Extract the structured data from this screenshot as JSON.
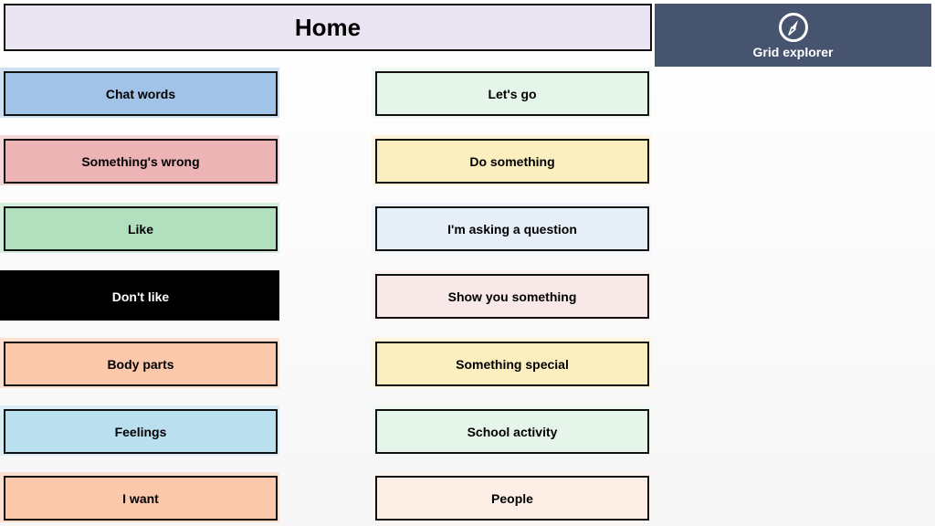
{
  "header": {
    "title": "Home"
  },
  "explorer": {
    "label": "Grid explorer",
    "icon": "compass-icon",
    "background": "#475470"
  },
  "left_column": [
    {
      "label": "Chat words",
      "color": "#a2c3e8",
      "halo": "#cfe0f3",
      "text_color": "#000000"
    },
    {
      "label": "Something's wrong",
      "color": "#ecb4b4",
      "halo": "#f4d6d6",
      "text_color": "#000000"
    },
    {
      "label": "Like",
      "color": "#b2e0bf",
      "halo": "#d5eedb",
      "text_color": "#000000"
    },
    {
      "label": "Don't like",
      "color": "#000000",
      "halo": "#000000",
      "text_color": "#ffffff"
    },
    {
      "label": "Body parts",
      "color": "#fbc8ac",
      "halo": "#fde0d0",
      "text_color": "#000000"
    },
    {
      "label": "Feelings",
      "color": "#badfee",
      "halo": "#d8edf6",
      "text_color": "#000000"
    },
    {
      "label": "I want",
      "color": "#fbc8ac",
      "halo": "#fde0d0",
      "text_color": "#000000"
    }
  ],
  "right_column": [
    {
      "label": "Let's go",
      "color": "#e6f5e9",
      "halo": "#f0f9f2",
      "text_color": "#000000"
    },
    {
      "label": "Do something",
      "color": "#fcefbf",
      "halo": "#fdf6dd",
      "text_color": "#000000"
    },
    {
      "label": "I'm asking a question",
      "color": "#e6eff8",
      "halo": "#eff5fb",
      "text_color": "#000000"
    },
    {
      "label": "Show you something",
      "color": "#f8e8e8",
      "halo": "#fbf1f1",
      "text_color": "#000000"
    },
    {
      "label": "Something special",
      "color": "#fcefbf",
      "halo": "#fdf6dd",
      "text_color": "#000000"
    },
    {
      "label": "School activity",
      "color": "#e6f5e9",
      "halo": "#f0f9f2",
      "text_color": "#000000"
    },
    {
      "label": "People",
      "color": "#fdeee6",
      "halo": "#fef5f0",
      "text_color": "#000000"
    }
  ]
}
